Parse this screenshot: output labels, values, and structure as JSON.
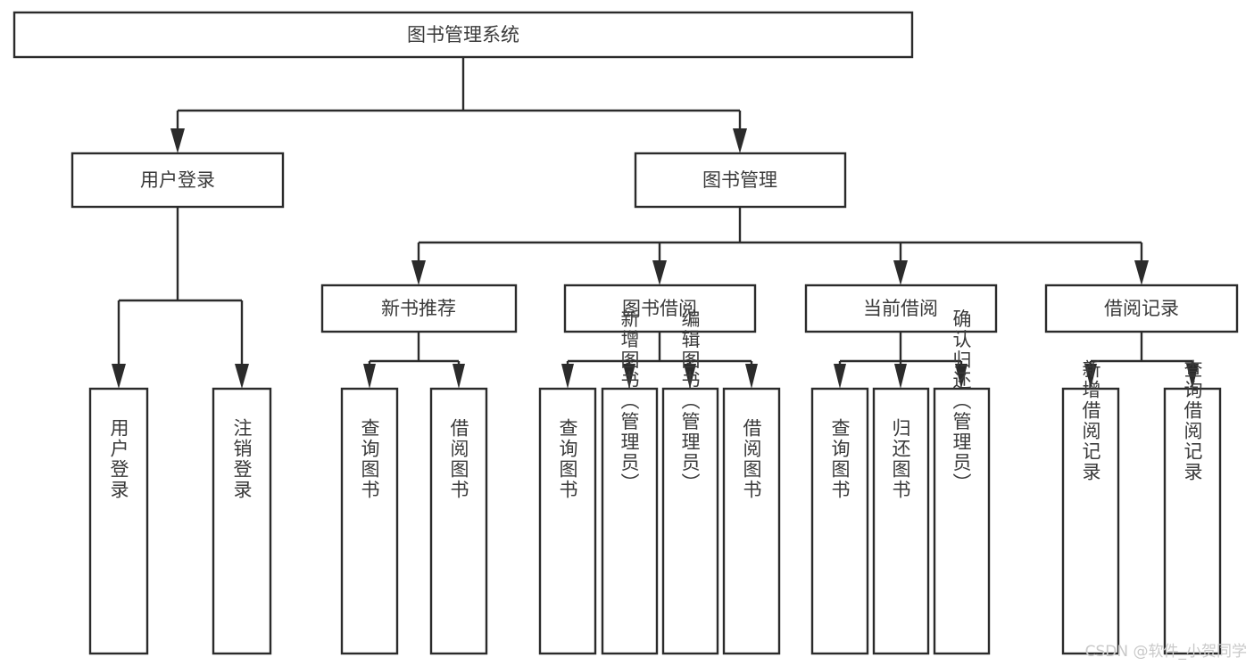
{
  "diagram": {
    "title": "图书管理系统",
    "type": "hierarchy-tree",
    "root": {
      "id": "root",
      "label": "图书管理系统"
    },
    "level2": [
      {
        "id": "user-login",
        "label": "用户登录"
      },
      {
        "id": "book-manage",
        "label": "图书管理"
      }
    ],
    "level3": [
      {
        "id": "new-book-recommend",
        "label": "新书推荐",
        "parent": "book-manage"
      },
      {
        "id": "book-borrow",
        "label": "图书借阅",
        "parent": "book-manage"
      },
      {
        "id": "current-borrow",
        "label": "当前借阅",
        "parent": "book-manage"
      },
      {
        "id": "borrow-record",
        "label": "借阅记录",
        "parent": "book-manage"
      }
    ],
    "leaves": [
      {
        "id": "leaf-user-login",
        "label": "用户登录",
        "parent": "user-login"
      },
      {
        "id": "leaf-logout-login",
        "label": "注销登录",
        "parent": "user-login"
      },
      {
        "id": "leaf-query-book-1",
        "label": "查询图书",
        "parent": "new-book-recommend"
      },
      {
        "id": "leaf-borrow-book-1",
        "label": "借阅图书",
        "parent": "new-book-recommend"
      },
      {
        "id": "leaf-query-book-2",
        "label": "查询图书",
        "parent": "book-borrow"
      },
      {
        "id": "leaf-add-book",
        "label": "新增图书（管理员）",
        "parent": "book-borrow"
      },
      {
        "id": "leaf-edit-book",
        "label": "编辑图书（管理员）",
        "parent": "book-borrow"
      },
      {
        "id": "leaf-borrow-book-2",
        "label": "借阅图书",
        "parent": "book-borrow"
      },
      {
        "id": "leaf-query-book-3",
        "label": "查询图书",
        "parent": "current-borrow"
      },
      {
        "id": "leaf-return-book",
        "label": "归还图书",
        "parent": "current-borrow"
      },
      {
        "id": "leaf-confirm-return",
        "label": "确认归还（管理员）",
        "parent": "current-borrow"
      },
      {
        "id": "leaf-add-record",
        "label": "新增借阅记录",
        "parent": "borrow-record"
      },
      {
        "id": "leaf-query-record",
        "label": "查询借阅记录",
        "parent": "borrow-record"
      }
    ],
    "colors": {
      "stroke": "#2b2b2b",
      "fill": "#ffffff",
      "text": "#3a3a3a",
      "watermark": "#c9c9c9"
    }
  },
  "watermark": {
    "text": "CSDN @软件_小贺同学"
  }
}
